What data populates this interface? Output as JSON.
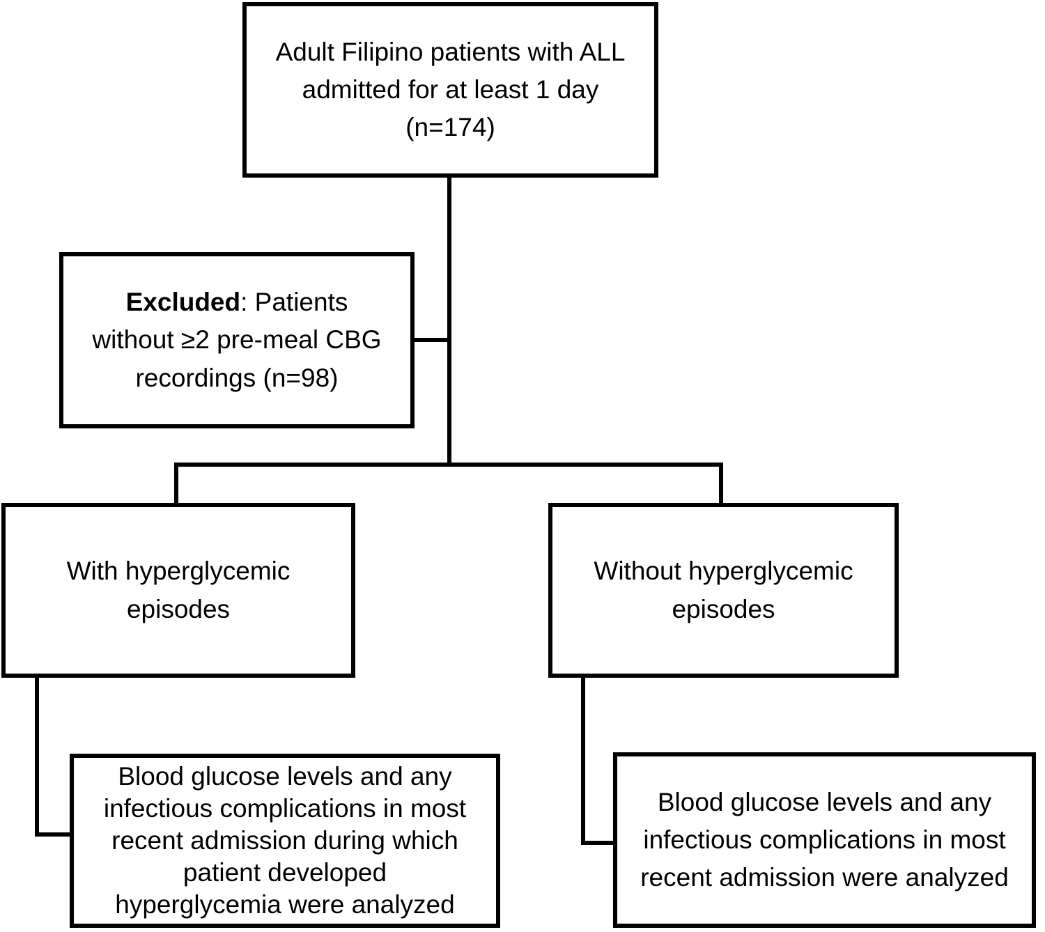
{
  "figure": {
    "type": "flowchart",
    "background_color": "#ffffff",
    "line_color": "#000000",
    "text_color": "#000000"
  },
  "boxes": {
    "top": {
      "lines": [
        "Adult Filipino patients with ALL",
        "admitted for at least 1 day",
        "(n=174)"
      ]
    },
    "excluded": {
      "bold_label": "Excluded",
      "line1_rest": ": Patients",
      "line2": "without ≥2 pre-meal CBG",
      "line3": "recordings (n=98)"
    },
    "with_episodes": {
      "lines": [
        "With hyperglycemic",
        "episodes"
      ]
    },
    "without_episodes": {
      "lines": [
        "Without hyperglycemic",
        "episodes"
      ]
    },
    "analyzed_hyperglycemia": {
      "lines": [
        "Blood glucose levels and any",
        "infectious complications in most",
        "recent admission during which",
        "patient developed",
        "hyperglycemia were analyzed"
      ]
    },
    "analyzed_plain": {
      "lines": [
        "Blood glucose levels and any",
        "infectious complications in most",
        "recent admission were analyzed"
      ]
    }
  },
  "edges": [
    {
      "from": "top",
      "to": "excluded",
      "type": "side-branch"
    },
    {
      "from": "top",
      "to": "with_episodes",
      "type": "split"
    },
    {
      "from": "top",
      "to": "without_episodes",
      "type": "split"
    },
    {
      "from": "with_episodes",
      "to": "analyzed_hyperglycemia",
      "type": "elbow"
    },
    {
      "from": "without_episodes",
      "to": "analyzed_plain",
      "type": "elbow"
    }
  ]
}
